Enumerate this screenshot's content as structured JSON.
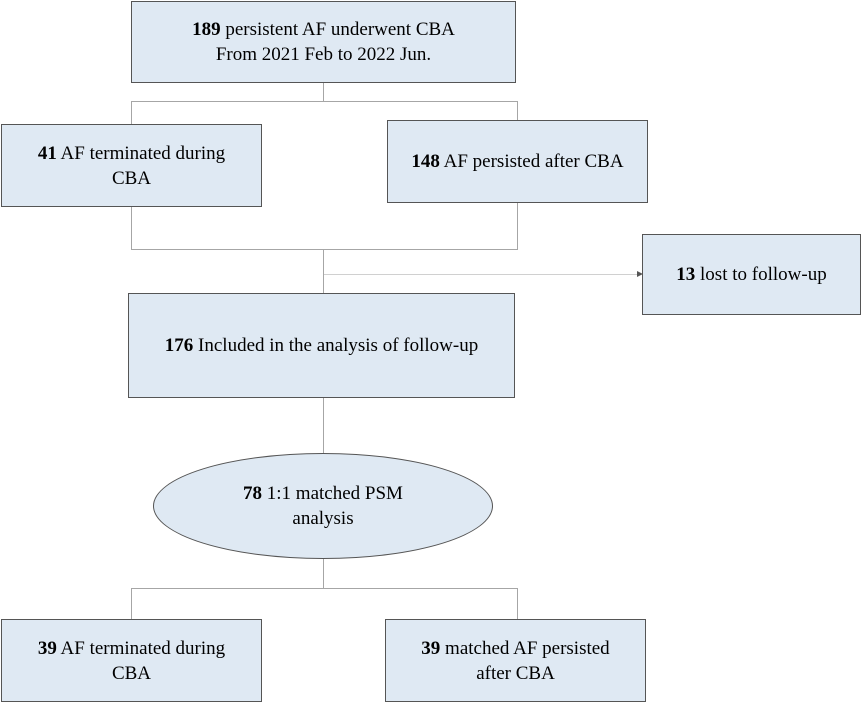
{
  "nodes": {
    "top": {
      "count": "189",
      "line1": "persistent AF underwent CBA",
      "line2": "From 2021 Feb to 2022 Jun."
    },
    "terminated": {
      "count": "41",
      "line1": "AF terminated during",
      "line2": "CBA"
    },
    "persisted": {
      "count": "148",
      "line1": "AF persisted after CBA"
    },
    "lost": {
      "count": "13",
      "line1": "lost to follow-up"
    },
    "included": {
      "count": "176",
      "line1": "Included in the analysis of follow-up"
    },
    "psm": {
      "count": "78",
      "line1": "1:1 matched PSM",
      "line2": "analysis"
    },
    "bottom_left": {
      "count": "39",
      "line1": "AF terminated during",
      "line2": "CBA"
    },
    "bottom_right": {
      "count": "39",
      "line1": "matched AF persisted",
      "line2": "after CBA"
    }
  }
}
